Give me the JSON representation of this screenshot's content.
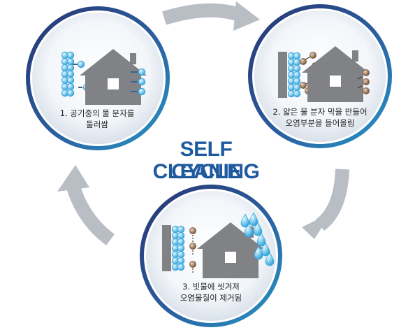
{
  "title": {
    "line1": "SELF CLEANING",
    "line2": "CYCLE"
  },
  "steps": [
    {
      "line1": "1. 공기중의 물 분자를",
      "line2": "둘러쌈"
    },
    {
      "line1": "2. 얇은 물 분자 막을 만들어",
      "line2": "오염부분을 들어올림"
    },
    {
      "line1": "3. 빗물에 씻겨져",
      "line2": "오염물질이 제거됨"
    }
  ],
  "colors": {
    "ring_outer": "#27356e",
    "ring_inner": "#1e7fb8",
    "arrow": "#b9bdc4",
    "house": "#808285",
    "water": "#7ecbee",
    "dirt": "#9b7a5e",
    "title": "#1f5a9e"
  }
}
